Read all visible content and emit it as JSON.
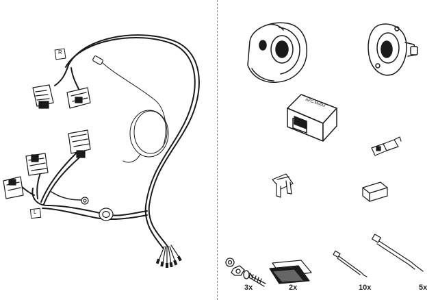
{
  "harness": {
    "tag_r": "R",
    "tag_l": "L"
  },
  "parts": {
    "module_label": "AFC-Modul",
    "qty_screws": "3x",
    "qty_pads": "2x",
    "qty_small_ties": "10x",
    "qty_large_ties": "5x"
  }
}
